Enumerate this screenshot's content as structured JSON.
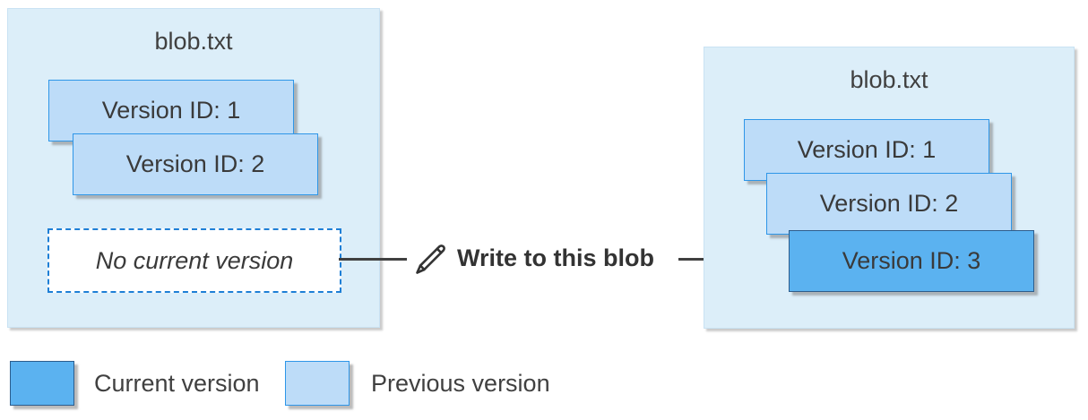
{
  "diagram": {
    "before_blob": {
      "title": "blob.txt",
      "versions": [
        "Version ID: 1",
        "Version ID: 2"
      ],
      "placeholder": "No current version"
    },
    "action": {
      "label": "Write to this blob",
      "icon": "pencil-icon"
    },
    "after_blob": {
      "title": "blob.txt",
      "versions": [
        "Version ID: 1",
        "Version ID: 2",
        "Version ID: 3"
      ],
      "current_version": "Version ID: 3"
    },
    "legend": [
      {
        "label": "Current version",
        "color": "#5bb2f0"
      },
      {
        "label": "Previous version",
        "color": "#bddcf8"
      }
    ],
    "colors": {
      "container_fill": "#dceef9",
      "previous_fill": "#bddcf8",
      "previous_border": "#2e96e8",
      "current_fill": "#5bb2f0",
      "current_border": "#2c5c8c",
      "dashed_border": "#1e7fd6",
      "arrow": "#404040"
    }
  }
}
